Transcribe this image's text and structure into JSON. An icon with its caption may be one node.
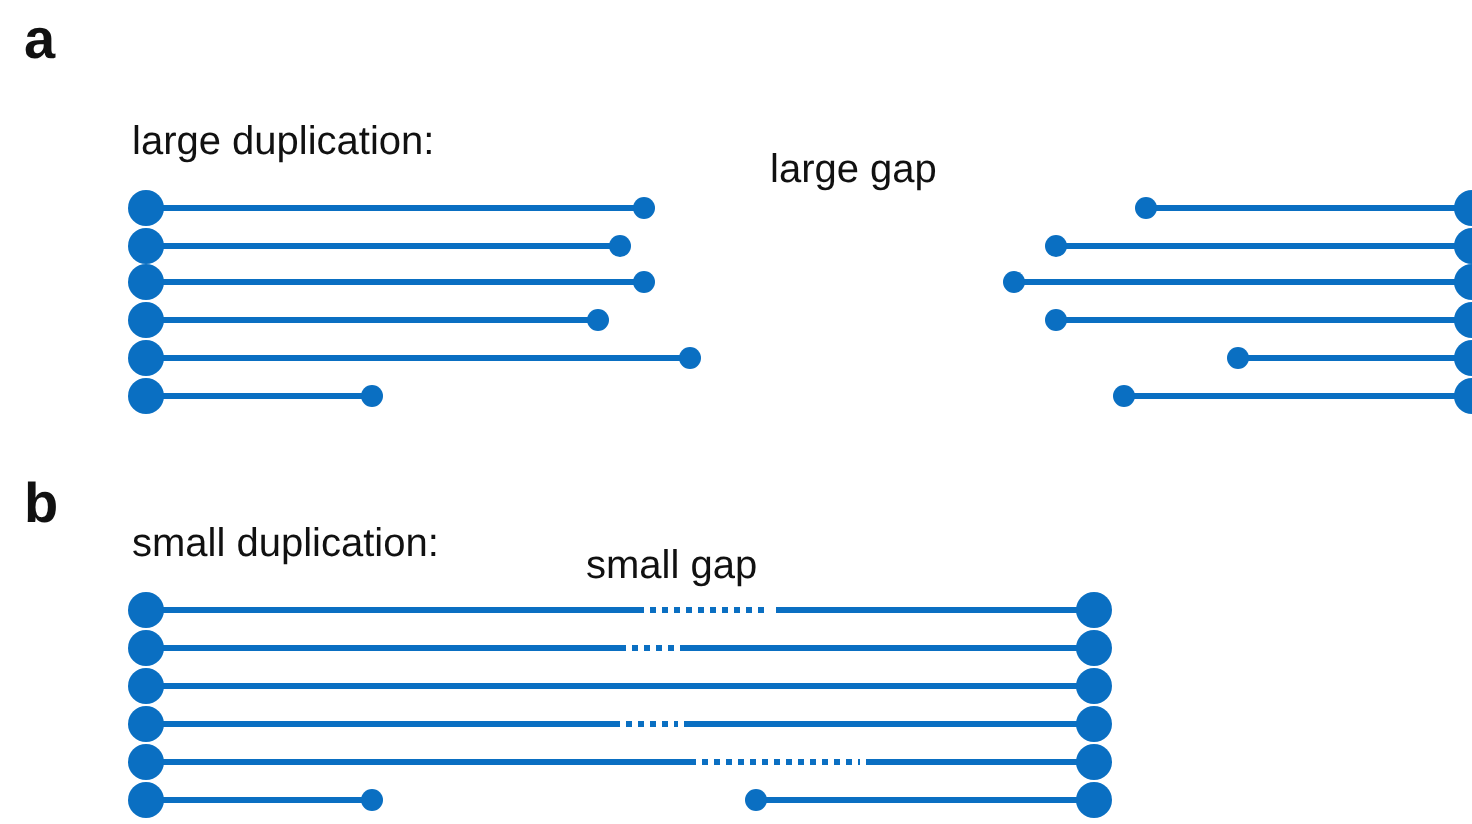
{
  "diagram": {
    "labels": [
      "a",
      "large duplication:",
      "large gap",
      "b",
      "small duplication:",
      "small gap"
    ]
  }
}
